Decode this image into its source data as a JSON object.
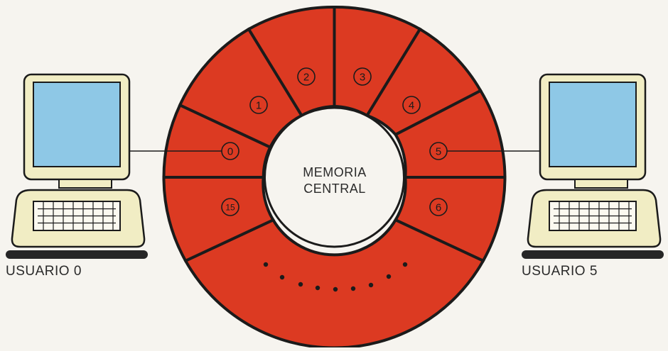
{
  "center": {
    "line1": "MEMORIA",
    "line2": "CENTRAL"
  },
  "segments": [
    "0",
    "1",
    "2",
    "3",
    "4",
    "5",
    "6",
    "15"
  ],
  "users": [
    {
      "label": "USUARIO 0"
    },
    {
      "label": "USUARIO 5"
    }
  ],
  "colors": {
    "ring": "#dc3a22",
    "ring_stroke": "#1b1b1b",
    "screen": "#8ec8e6",
    "monitor": "#f1edc4",
    "base_bar": "#262626",
    "background": "#f6f4ef"
  }
}
